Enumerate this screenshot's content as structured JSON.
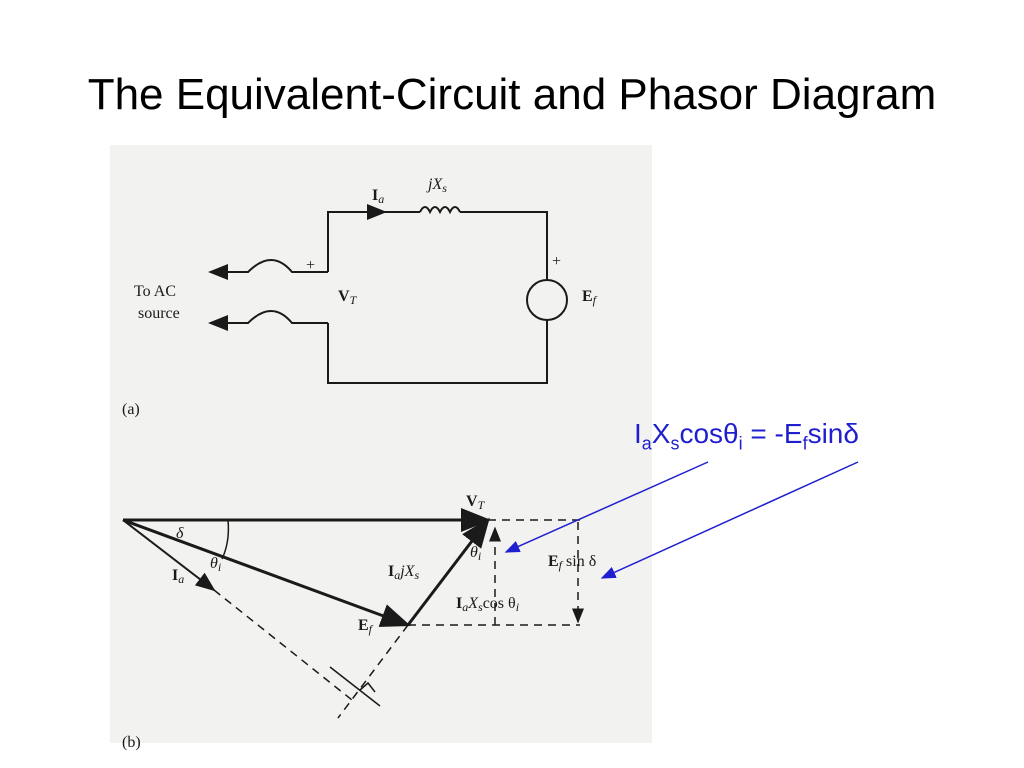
{
  "slide": {
    "title": "The Equivalent-Circuit and Phasor Diagram"
  },
  "circuit": {
    "current_symbol": "I",
    "current_sub": "a",
    "reactance": "jX",
    "reactance_sub": "s",
    "plus_left": "+",
    "plus_right": "+",
    "source_line1": "To AC",
    "source_line2": "source",
    "terminal_voltage": "V",
    "terminal_voltage_sub": "T",
    "emf": "E",
    "emf_sub": "f",
    "caption": "(a)"
  },
  "phasor": {
    "vt": "V",
    "vt_sub": "T",
    "delta": "δ",
    "theta": "θ",
    "theta_sub": "i",
    "ia": "I",
    "ia_sub": "a",
    "ef": "E",
    "ef_sub": "f",
    "drop": "I",
    "drop_sub": "a",
    "drop_rest": "jX",
    "drop_rest_sub": "s",
    "theta2": "θ",
    "theta2_sub": "i",
    "efsin_main": "E",
    "efsin_sub": "f",
    "efsin_rest": " sin δ",
    "iaxs_a": "I",
    "iaxs_a_sub": "a",
    "iaxs_x": "X",
    "iaxs_x_sub": "s",
    "iaxs_rest": "cos θ",
    "iaxs_rest_sub": "i",
    "caption": "(b)"
  },
  "equation": {
    "i": "I",
    "i_sub": "a",
    "x": "X",
    "x_sub": "s",
    "cos": "cosθ",
    "cos_sub": "i",
    "eq": " = -E",
    "e_sub": "f",
    "sin": "sinδ"
  },
  "colors": {
    "annotation": "#1f1fcf",
    "ink": "#1a1a1a",
    "scan": "#f2f2f0"
  }
}
